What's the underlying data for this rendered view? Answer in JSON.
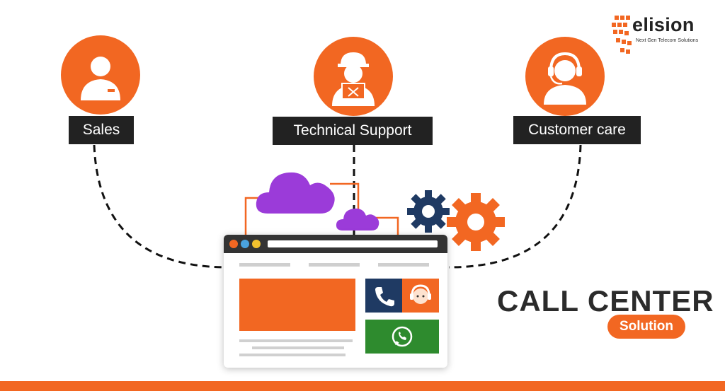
{
  "brand": {
    "name": "elision",
    "tagline": "Next Gen Telecom Solutions"
  },
  "nodes": [
    {
      "label": "Sales",
      "icon": "salesperson-icon"
    },
    {
      "label": "Technical Support",
      "icon": "technician-icon"
    },
    {
      "label": "Customer care",
      "icon": "headset-agent-icon"
    }
  ],
  "main": {
    "title": "CALL CENTER",
    "badge": "Solution"
  },
  "colors": {
    "accent": "#f26722",
    "dark": "#222222",
    "cloud": "#9b3bd9",
    "gear_dark": "#1f3a63",
    "whatsapp_green": "#2e8b2e",
    "phone_tile": "#1f3a63"
  }
}
